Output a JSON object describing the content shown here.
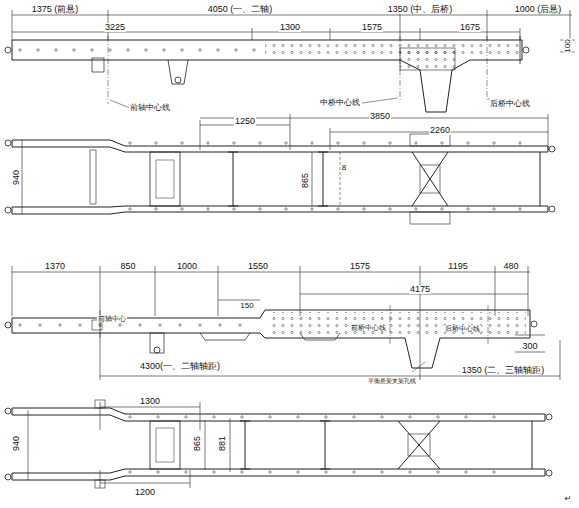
{
  "diagram": {
    "labels": [
      "1375 (前悬)",
      "4050 (一、二轴)",
      "1350 (中、后桥)",
      "1000 (后悬)",
      "3225",
      "1300",
      "1575",
      "1675",
      "100",
      "前轴中心线",
      "中桥中心线",
      "后桥中心线",
      "1250",
      "3850",
      "2260",
      "940",
      "865",
      "8",
      "1370",
      "850",
      "1000",
      "1550",
      "1575",
      "1195",
      "480",
      "4175",
      "150",
      "前轴中心",
      "前桥中心线",
      "后桥中心线",
      "300",
      "平衡悬架支架孔线",
      "4300(一、二轴轴距)",
      "1350 (二、三轴轴距)",
      "1300",
      "940",
      "865",
      "881",
      "1200",
      "↵"
    ]
  }
}
